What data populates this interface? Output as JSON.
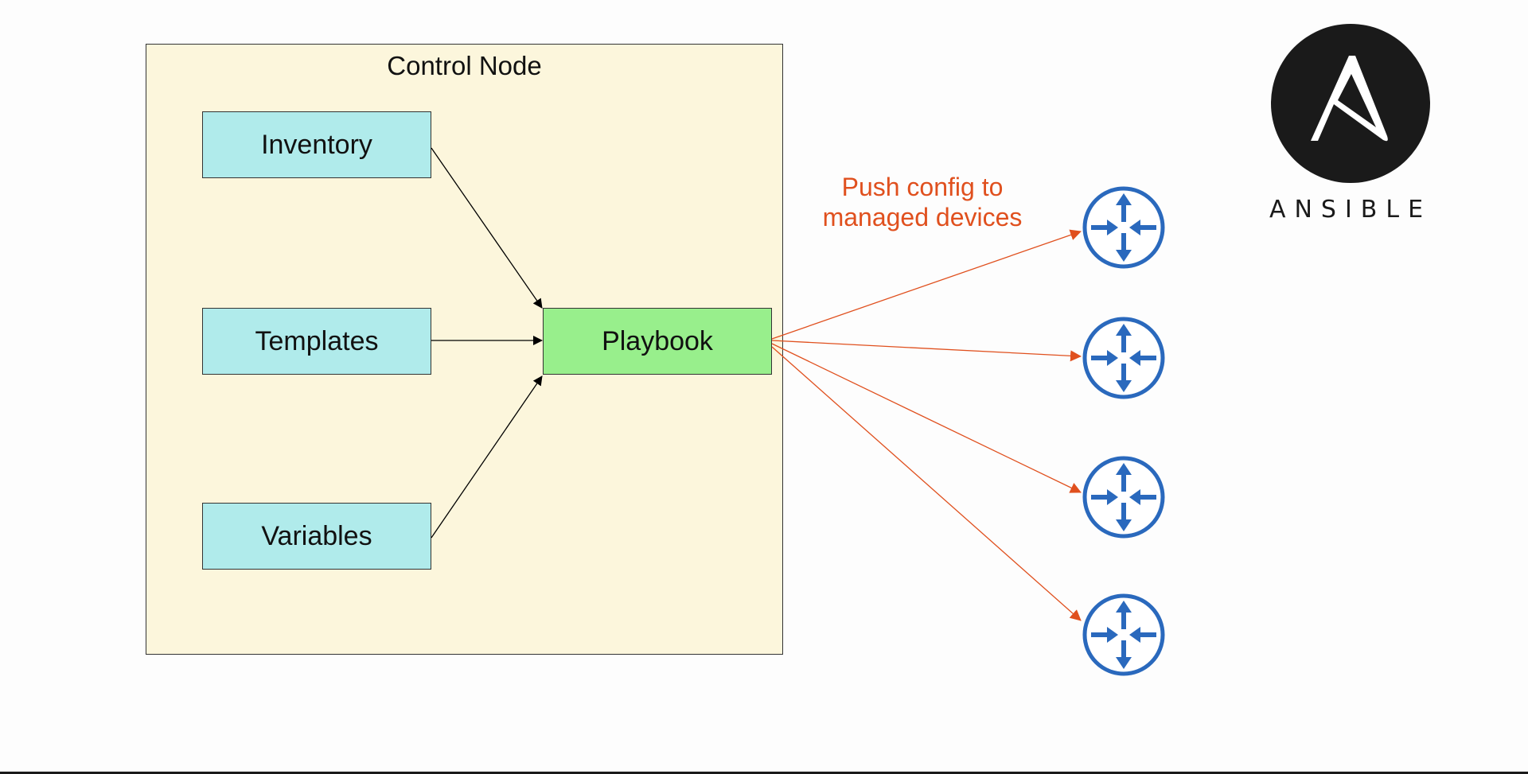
{
  "diagram": {
    "container_label": "Control Node",
    "nodes": {
      "inventory": "Inventory",
      "templates": "Templates",
      "variables": "Variables",
      "playbook": "Playbook"
    },
    "push_label": "Push config to managed devices",
    "managed_device_icons": [
      "router-icon",
      "router-icon",
      "router-icon",
      "router-icon"
    ],
    "logo": {
      "icon": "ansible-logo-icon",
      "wordmark": "ANSIBLE"
    },
    "colors": {
      "container_fill": "#fcf6dc",
      "input_box_fill": "#b0ebeb",
      "playbook_fill": "#98ef8c",
      "push_arrow": "#e0501e",
      "router_blue": "#2a69bd",
      "logo_black": "#1a1a1a"
    }
  }
}
